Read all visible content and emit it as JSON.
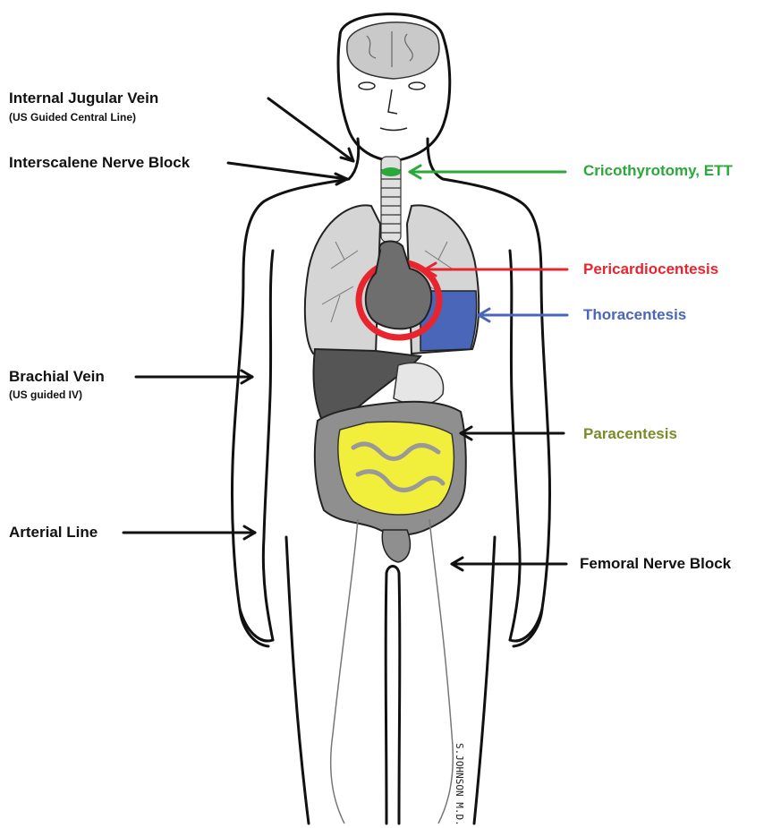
{
  "labels": {
    "internal_jugular": "Internal Jugular Vein",
    "internal_jugular_sub": "(US Guided Central Line)",
    "interscalene": "Interscalene Nerve Block",
    "brachial": "Brachial Vein",
    "brachial_sub": "(US guided IV)",
    "arterial": "Arterial Line",
    "cricothyrotomy": "Cricothyrotomy, ETT",
    "pericardiocentesis": "Pericardiocentesis",
    "thoracentesis": "Thoracentesis",
    "paracentesis": "Paracentesis",
    "femoral": "Femoral Nerve Block"
  },
  "signature": "S.JOHNSON M.D.",
  "colors": {
    "cricothyrotomy": "#2aa83a",
    "pericardiocentesis": "#e8252f",
    "thoracentesis": "#4a66b8",
    "paracentesis": "#7d8a2a",
    "black_labels": "#111111",
    "lungs": "#d5d5d5",
    "heart": "#6e6e6e",
    "liver": "#555555",
    "intestine": "#8f8f8f",
    "small_bowel": "#f1ef3c",
    "pleural_effusion": "#4a66b8",
    "pericardium": "#e8252f",
    "brain": "#c9c9c9"
  },
  "icons": [
    "arrow-icon"
  ]
}
